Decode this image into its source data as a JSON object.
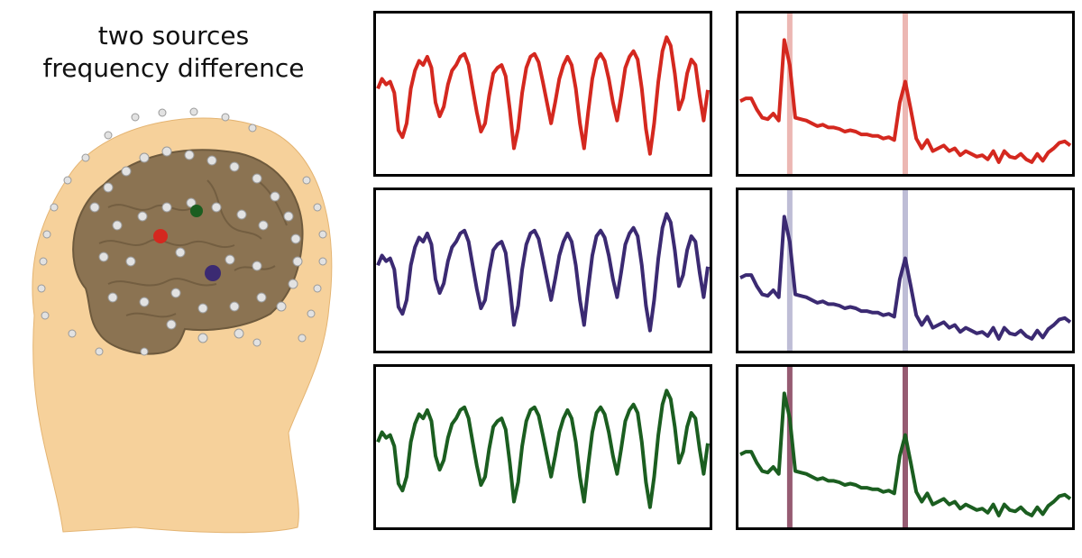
{
  "title_line1": "two sources",
  "title_line2": "frequency difference",
  "colors": {
    "source_red": "#d4281f",
    "source_blue": "#3b2a72",
    "source_green": "#1b5e20",
    "head_skin": "#f5c98a",
    "brain": "#8b7352",
    "electrode": "#d9d9d9"
  },
  "chart_data": {
    "type": "line",
    "layout": "3 rows x 2 columns",
    "grid": false,
    "axis_ticks": false,
    "columns": [
      "time_series",
      "power_spectrum"
    ],
    "time_series": {
      "series": [
        {
          "color": "#d4281f",
          "values": [
            0.55,
            0.62,
            0.58,
            0.6,
            0.52,
            0.25,
            0.2,
            0.3,
            0.55,
            0.68,
            0.75,
            0.72,
            0.78,
            0.7,
            0.45,
            0.35,
            0.42,
            0.58,
            0.68,
            0.72,
            0.78,
            0.8,
            0.72,
            0.55,
            0.38,
            0.24,
            0.3,
            0.5,
            0.66,
            0.7,
            0.72,
            0.64,
            0.4,
            0.12,
            0.26,
            0.52,
            0.7,
            0.78,
            0.8,
            0.74,
            0.6,
            0.45,
            0.3,
            0.45,
            0.62,
            0.72,
            0.78,
            0.72,
            0.55,
            0.3,
            0.12,
            0.38,
            0.62,
            0.76,
            0.8,
            0.75,
            0.62,
            0.45,
            0.32,
            0.5,
            0.7,
            0.78,
            0.82,
            0.76,
            0.55,
            0.26,
            0.08,
            0.3,
            0.6,
            0.82,
            0.92,
            0.86,
            0.66,
            0.4,
            0.48,
            0.66,
            0.76,
            0.72,
            0.5,
            0.32,
            0.54
          ]
        },
        {
          "color": "#3b2a72",
          "values": [
            0.55,
            0.62,
            0.58,
            0.6,
            0.52,
            0.25,
            0.2,
            0.3,
            0.55,
            0.68,
            0.75,
            0.72,
            0.78,
            0.7,
            0.45,
            0.35,
            0.42,
            0.58,
            0.68,
            0.72,
            0.78,
            0.8,
            0.72,
            0.55,
            0.38,
            0.24,
            0.3,
            0.5,
            0.66,
            0.7,
            0.72,
            0.64,
            0.4,
            0.12,
            0.26,
            0.52,
            0.7,
            0.78,
            0.8,
            0.74,
            0.6,
            0.45,
            0.3,
            0.45,
            0.62,
            0.72,
            0.78,
            0.72,
            0.55,
            0.3,
            0.12,
            0.38,
            0.62,
            0.76,
            0.8,
            0.75,
            0.62,
            0.45,
            0.32,
            0.5,
            0.7,
            0.78,
            0.82,
            0.76,
            0.55,
            0.26,
            0.08,
            0.3,
            0.6,
            0.82,
            0.92,
            0.86,
            0.66,
            0.4,
            0.48,
            0.66,
            0.76,
            0.72,
            0.5,
            0.32,
            0.54
          ]
        },
        {
          "color": "#1b5e20",
          "values": [
            0.55,
            0.62,
            0.58,
            0.6,
            0.52,
            0.25,
            0.2,
            0.3,
            0.55,
            0.68,
            0.75,
            0.72,
            0.78,
            0.7,
            0.45,
            0.35,
            0.42,
            0.58,
            0.68,
            0.72,
            0.78,
            0.8,
            0.72,
            0.55,
            0.38,
            0.24,
            0.3,
            0.5,
            0.66,
            0.7,
            0.72,
            0.64,
            0.4,
            0.12,
            0.26,
            0.52,
            0.7,
            0.78,
            0.8,
            0.74,
            0.6,
            0.45,
            0.3,
            0.45,
            0.62,
            0.72,
            0.78,
            0.72,
            0.55,
            0.3,
            0.12,
            0.38,
            0.62,
            0.76,
            0.8,
            0.75,
            0.62,
            0.45,
            0.32,
            0.5,
            0.7,
            0.78,
            0.82,
            0.76,
            0.55,
            0.26,
            0.08,
            0.3,
            0.6,
            0.82,
            0.92,
            0.86,
            0.66,
            0.4,
            0.48,
            0.66,
            0.76,
            0.72,
            0.5,
            0.32,
            0.54
          ]
        }
      ]
    },
    "power_spectrum": {
      "peak_frequencies": [
        9,
        30
      ],
      "marker_colors": [
        "#e6a09a",
        "#a9a7c9",
        "#8b4a63"
      ],
      "series": [
        {
          "color": "#d4281f",
          "values": [
            0.46,
            0.48,
            0.48,
            0.4,
            0.34,
            0.33,
            0.37,
            0.32,
            0.9,
            0.72,
            0.34,
            0.33,
            0.32,
            0.3,
            0.28,
            0.29,
            0.27,
            0.27,
            0.26,
            0.24,
            0.25,
            0.24,
            0.22,
            0.22,
            0.21,
            0.21,
            0.19,
            0.2,
            0.18,
            0.45,
            0.6,
            0.4,
            0.19,
            0.12,
            0.18,
            0.1,
            0.12,
            0.14,
            0.1,
            0.12,
            0.07,
            0.1,
            0.08,
            0.06,
            0.07,
            0.04,
            0.1,
            0.02,
            0.1,
            0.06,
            0.05,
            0.08,
            0.04,
            0.02,
            0.08,
            0.03,
            0.09,
            0.12,
            0.16,
            0.17,
            0.14
          ]
        },
        {
          "color": "#3b2a72",
          "values": [
            0.46,
            0.48,
            0.48,
            0.4,
            0.34,
            0.33,
            0.37,
            0.32,
            0.9,
            0.72,
            0.34,
            0.33,
            0.32,
            0.3,
            0.28,
            0.29,
            0.27,
            0.27,
            0.26,
            0.24,
            0.25,
            0.24,
            0.22,
            0.22,
            0.21,
            0.21,
            0.19,
            0.2,
            0.18,
            0.45,
            0.6,
            0.4,
            0.19,
            0.12,
            0.18,
            0.1,
            0.12,
            0.14,
            0.1,
            0.12,
            0.07,
            0.1,
            0.08,
            0.06,
            0.07,
            0.04,
            0.1,
            0.02,
            0.1,
            0.06,
            0.05,
            0.08,
            0.04,
            0.02,
            0.08,
            0.03,
            0.09,
            0.12,
            0.16,
            0.17,
            0.14
          ]
        },
        {
          "color": "#1b5e20",
          "values": [
            0.46,
            0.48,
            0.48,
            0.4,
            0.34,
            0.33,
            0.37,
            0.32,
            0.9,
            0.72,
            0.34,
            0.33,
            0.32,
            0.3,
            0.28,
            0.29,
            0.27,
            0.27,
            0.26,
            0.24,
            0.25,
            0.24,
            0.22,
            0.22,
            0.21,
            0.21,
            0.19,
            0.2,
            0.18,
            0.45,
            0.6,
            0.4,
            0.19,
            0.12,
            0.18,
            0.1,
            0.12,
            0.14,
            0.1,
            0.12,
            0.07,
            0.1,
            0.08,
            0.06,
            0.07,
            0.04,
            0.1,
            0.02,
            0.1,
            0.06,
            0.05,
            0.08,
            0.04,
            0.02,
            0.08,
            0.03,
            0.09,
            0.12,
            0.16,
            0.17,
            0.14
          ]
        }
      ]
    }
  }
}
